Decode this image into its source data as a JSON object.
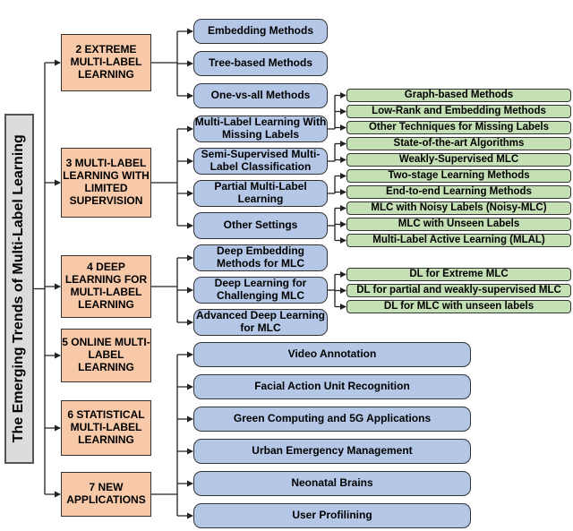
{
  "root": "The Emerging Trends of Multi-Label Learning",
  "categories": [
    {
      "id": "c1",
      "label": "2 EXTREME MULTI-LABEL LEARNING"
    },
    {
      "id": "c2",
      "label": "3 MULTI-LABEL LEARNING WITH LIMITED SUPERVISION"
    },
    {
      "id": "c3",
      "label": "4 DEEP LEARNING FOR MULTI-LABEL LEARNING"
    },
    {
      "id": "c4",
      "label": "5 ONLINE MULTI-LABEL LEARNING"
    },
    {
      "id": "c5",
      "label": "6 STATISTICAL MULTI-LABEL LEARNING"
    },
    {
      "id": "c6",
      "label": "7 NEW APPLICATIONS"
    }
  ],
  "topics": [
    {
      "id": "m1",
      "parent": "c1",
      "label": "Embedding Methods"
    },
    {
      "id": "m2",
      "parent": "c1",
      "label": "Tree-based Methods"
    },
    {
      "id": "m3",
      "parent": "c1",
      "label": "One-vs-all Methods"
    },
    {
      "id": "m4",
      "parent": "c2",
      "label": "Multi-Label Learning With Missing Labels"
    },
    {
      "id": "m5",
      "parent": "c2",
      "label": "Semi-Supervised Multi-Label Classification"
    },
    {
      "id": "m6",
      "parent": "c2",
      "label": "Partial Multi-Label Learning"
    },
    {
      "id": "m7",
      "parent": "c2",
      "label": "Other Settings"
    },
    {
      "id": "m8",
      "parent": "c3",
      "label": "Deep Embedding Methods for MLC"
    },
    {
      "id": "m9",
      "parent": "c3",
      "label": "Deep Learning for Challenging MLC"
    },
    {
      "id": "m10",
      "parent": "c3",
      "label": "Advanced Deep Learning for MLC"
    },
    {
      "id": "m11",
      "parent": "c6",
      "label": "Video Annotation"
    },
    {
      "id": "m12",
      "parent": "c6",
      "label": "Facial Action Unit Recognition"
    },
    {
      "id": "m13",
      "parent": "c6",
      "label": "Green Computing and 5G Applications"
    },
    {
      "id": "m14",
      "parent": "c6",
      "label": "Urban Emergency Management"
    },
    {
      "id": "m15",
      "parent": "c6",
      "label": "Neonatal Brains"
    },
    {
      "id": "m16",
      "parent": "c6",
      "label": "User Profilining"
    }
  ],
  "subtopics": [
    {
      "id": "l1",
      "parent": "m4",
      "label": "Graph-based Methods"
    },
    {
      "id": "l2",
      "parent": "m4",
      "label": "Low-Rank and Embedding Methods"
    },
    {
      "id": "l3",
      "parent": "m4",
      "label": "Other Techniques for Missing Labels"
    },
    {
      "id": "l4",
      "parent": "m5",
      "label": "State-of-the-art Algorithms"
    },
    {
      "id": "l5",
      "parent": "m5",
      "label": "Weakly-Supervised MLC"
    },
    {
      "id": "l6",
      "parent": "m6",
      "label": "Two-stage Learning Methods"
    },
    {
      "id": "l7",
      "parent": "m6",
      "label": "End-to-end Learning Methods"
    },
    {
      "id": "l8",
      "parent": "m7",
      "label": "MLC with Noisy Labels (Noisy-MLC)"
    },
    {
      "id": "l9",
      "parent": "m7",
      "label": "MLC with Unseen Labels"
    },
    {
      "id": "l10",
      "parent": "m7",
      "label": "Multi-Label Active Learning (MLAL)"
    },
    {
      "id": "l11",
      "parent": "m9",
      "label": "DL for Extreme MLC"
    },
    {
      "id": "l12",
      "parent": "m9",
      "label": "DL for partial and weakly-supervised MLC"
    },
    {
      "id": "l13",
      "parent": "m9",
      "label": "DL for MLC with unseen labels"
    }
  ]
}
